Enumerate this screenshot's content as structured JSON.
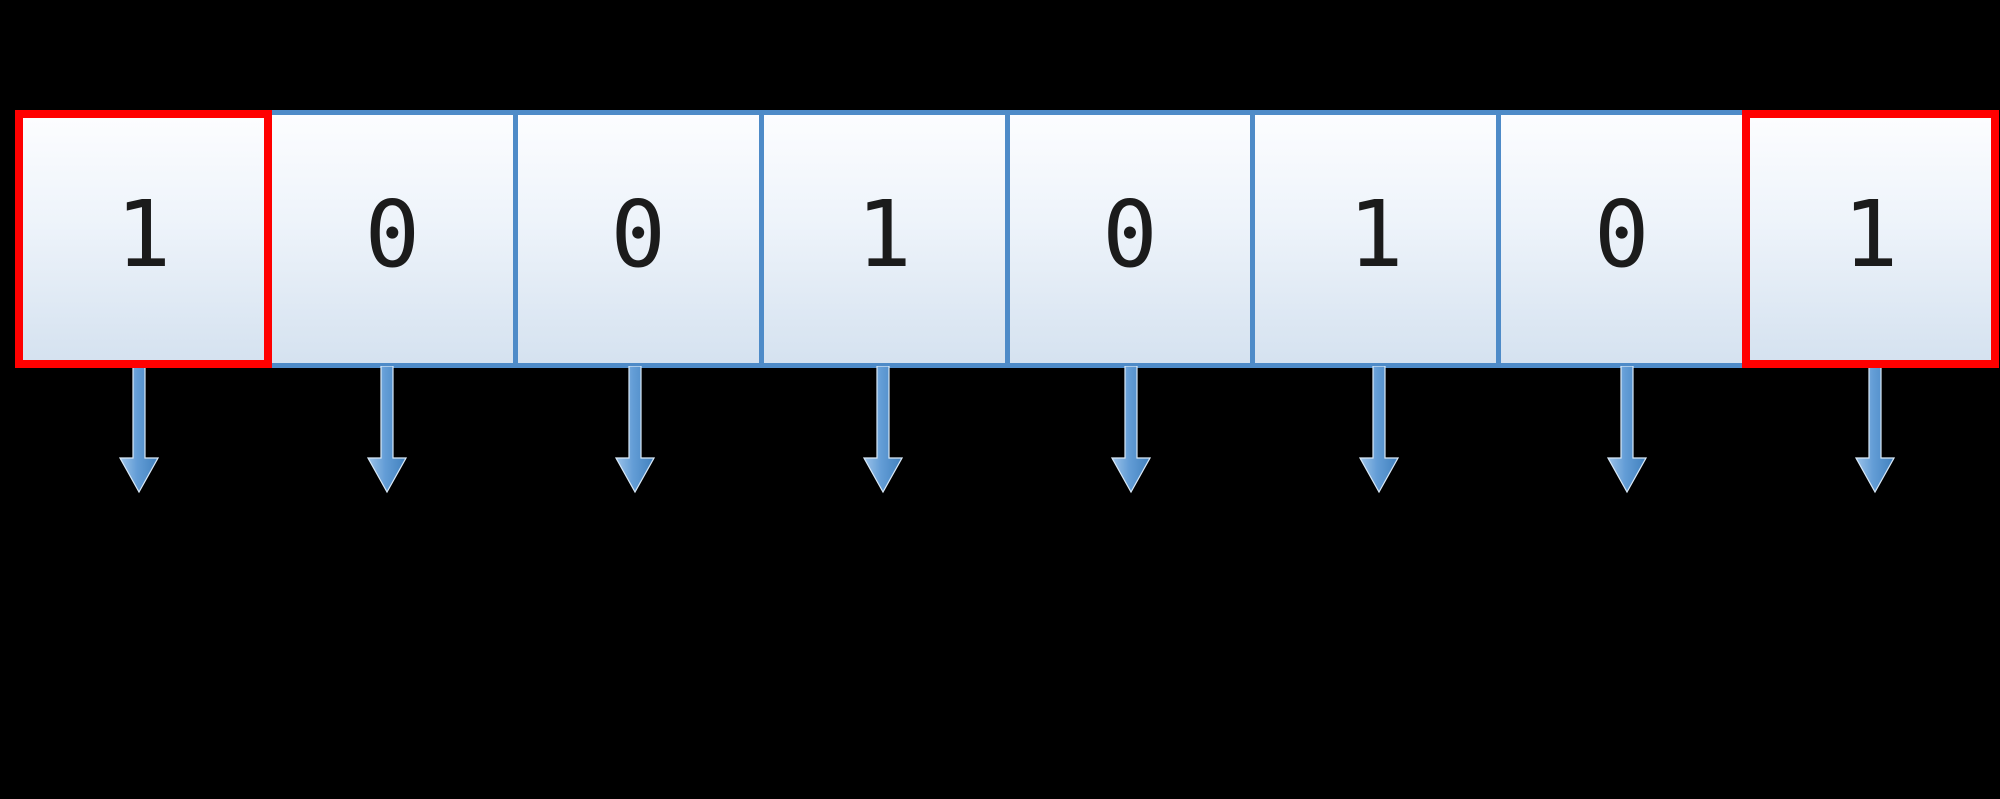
{
  "diagram": {
    "kind": "binary-byte-row",
    "bits": [
      {
        "value": "1",
        "frame": "red"
      },
      {
        "value": "0",
        "frame": "blue"
      },
      {
        "value": "0",
        "frame": "blue"
      },
      {
        "value": "1",
        "frame": "blue"
      },
      {
        "value": "0",
        "frame": "blue"
      },
      {
        "value": "1",
        "frame": "blue"
      },
      {
        "value": "0",
        "frame": "blue"
      },
      {
        "value": "1",
        "frame": "red"
      }
    ],
    "arrow_icon": "down-arrow",
    "colors": {
      "background": "#000000",
      "blue_frame": "#4E8BC8",
      "red_frame": "#FF0000",
      "cell_fill_top": "#FCFDFF",
      "cell_fill_bottom": "#D5E2F0",
      "digit": "#1B1B1B",
      "arrow_light": "#9CC3E9",
      "arrow_mid": "#639DD6",
      "arrow_dark": "#4181BE",
      "arrow_outline": "#D9E9F8"
    }
  }
}
